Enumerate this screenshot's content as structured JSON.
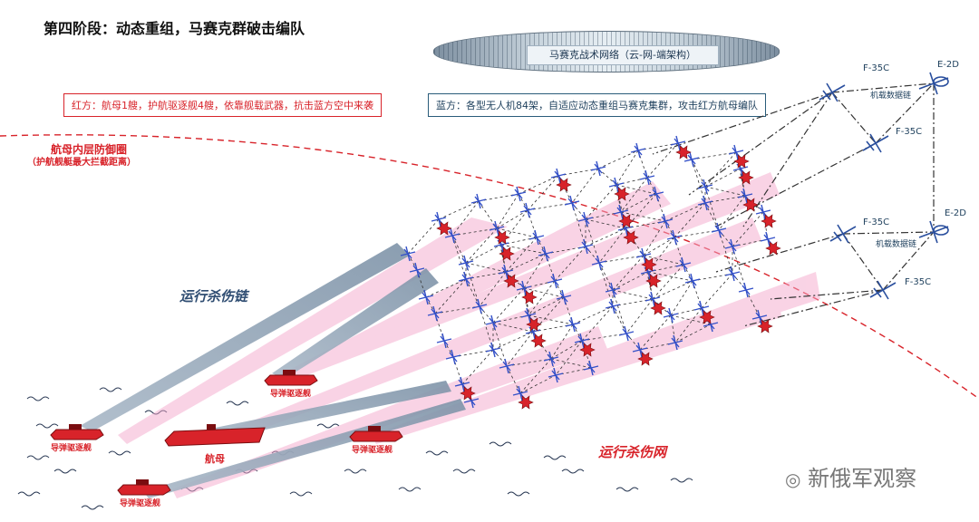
{
  "title": "第四阶段：动态重组，马赛克群破击编队",
  "network_banner": "马赛克战术网络（云-网-端架构）",
  "red_side_text": "红方：航母1艘，护航驱逐舰4艘，依靠舰载武器，抗击蓝方空中来袭",
  "blue_side_text": "蓝方：各型无人机84架，自适应动态重组马赛克集群，攻击红方航母编队",
  "defense_ring": {
    "label": "航母内层防御圈",
    "sublabel": "（护航舰艇最大拦截距离）"
  },
  "kill_chain_label": "运行杀伤链",
  "kill_web_label": "运行杀伤网",
  "carrier_label": "航母",
  "destroyer_label": "导弹驱逐舰",
  "aircraft": {
    "f35_label": "F-35C",
    "e2d_label": "E-2D",
    "datalink_label": "机载数据链"
  },
  "watermark": "新俄军观察",
  "colors": {
    "red": "#d8232a",
    "blue": "#1d3f5c",
    "beam_pink": "#f7b8d4",
    "beam_gray": "#9aabbd",
    "drone_blue": "#3350c8"
  }
}
